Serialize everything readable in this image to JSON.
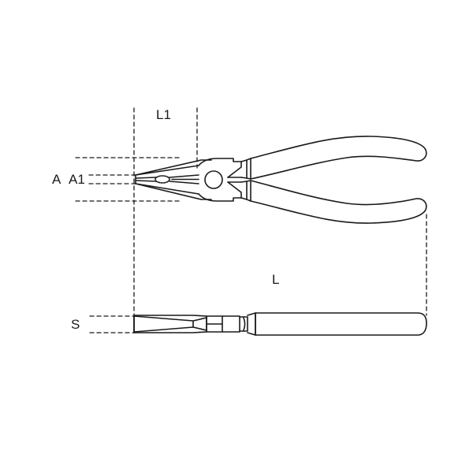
{
  "diagram": {
    "subject": "combination pliers technical drawing",
    "views": [
      "top view (open jaws)",
      "side view"
    ],
    "line_color": "#1a1a1a",
    "dimension_line_style": "dashed",
    "labels": {
      "L1": "L1",
      "A": "A",
      "A1": "A1",
      "L": "L",
      "S": "S"
    }
  }
}
